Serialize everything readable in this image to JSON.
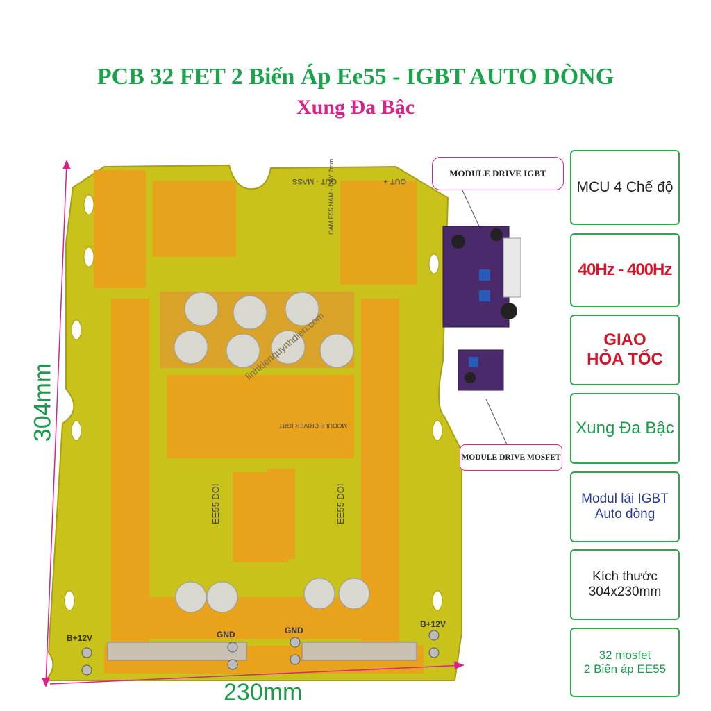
{
  "title_line1": "PCB 32 FET 2 Biến Áp Ee55 - IGBT AUTO DÒNG",
  "title_line2": "Xung Đa Bậc",
  "dimensions": {
    "height_label": "304mm",
    "width_label": "230mm"
  },
  "callouts": {
    "igbt": "MODULE DRIVE IGBT",
    "mosfet": "MODULE DRIVE MOSFET"
  },
  "feature_boxes": [
    {
      "line1": "MCU 4 Chế độ",
      "line2": ""
    },
    {
      "line1": "40Hz - 400Hz",
      "line2": ""
    },
    {
      "line1": "GIAO",
      "line2": "HỎA TỐC"
    },
    {
      "line1": "Xung Đa Bậc",
      "line2": ""
    },
    {
      "line1": "Modul lái IGBT",
      "line2": "Auto dòng"
    },
    {
      "line1": "Kích thước",
      "line2": "304x230mm"
    },
    {
      "line1": "32 mosfet",
      "line2": "2 Biến áp EE55"
    }
  ],
  "pcb_labels": {
    "out_mass": "OUT - MASS",
    "out_plus": "OUT +",
    "cam_ee55": "CAM E55 NAM - DAY 2mm",
    "watermark": "linhkienquynhdien.com",
    "ee55_left": "EE55 DOI",
    "ee55_right": "EE55 DOI",
    "b12_left": "B+12V",
    "b12_right": "B+12V",
    "gnd_left": "GND",
    "gnd_right": "GND",
    "module_driver": "MODULE DRIVER IGBT"
  },
  "colors": {
    "title_green": "#1aa34a",
    "title_pink": "#d6248b",
    "box_border": "#2aa84a",
    "pcb_base": "#c9c21a",
    "pcb_copper": "#e8a21c",
    "module_purple": "#4a2a6a"
  }
}
